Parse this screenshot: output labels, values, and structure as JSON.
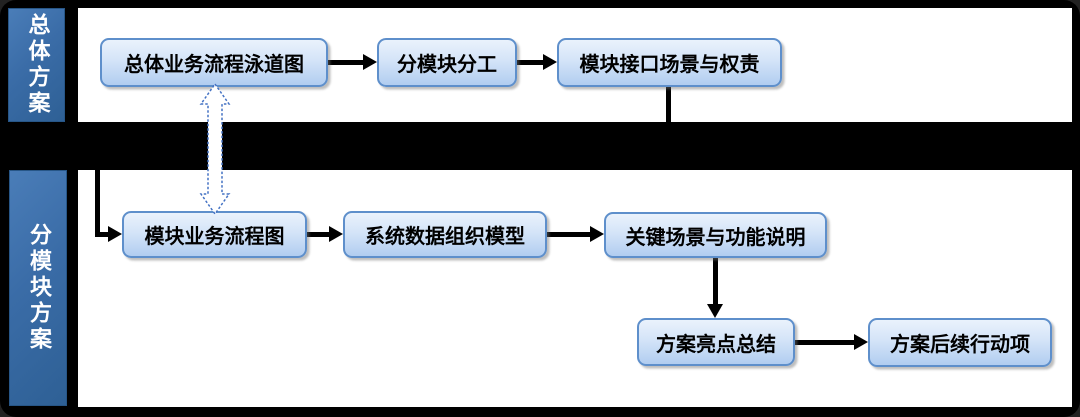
{
  "diagram": {
    "lanes": [
      {
        "label": "总体方案"
      },
      {
        "label": "分模块方案"
      }
    ],
    "nodes": {
      "overall_swimlane": "总体业务流程泳道图",
      "module_division": "分模块分工",
      "module_interface": "模块接口场景与权责",
      "module_flow": "模块业务流程图",
      "data_model": "系统数据组织模型",
      "key_scenarios": "关键场景与功能说明",
      "highlights": "方案亮点总结",
      "followups": "方案后续行动项"
    },
    "edges": [
      {
        "from": "overall_swimlane",
        "to": "module_division",
        "style": "solid-arrow"
      },
      {
        "from": "module_division",
        "to": "module_interface",
        "style": "solid-arrow"
      },
      {
        "from": "module_interface",
        "to": "module_flow",
        "style": "solid-elbow-through-band"
      },
      {
        "from": "overall_swimlane",
        "to": "module_flow",
        "style": "dotted-double-arrow"
      },
      {
        "from": "module_flow",
        "to": "data_model",
        "style": "solid-arrow"
      },
      {
        "from": "data_model",
        "to": "key_scenarios",
        "style": "solid-arrow"
      },
      {
        "from": "key_scenarios",
        "to": "highlights",
        "style": "solid-arrow"
      },
      {
        "from": "highlights",
        "to": "followups",
        "style": "solid-arrow"
      }
    ],
    "colors": {
      "frame": "#000000",
      "content_background": "#ffffff",
      "lane_bar_fill_light": "#4a7db8",
      "lane_bar_fill_dark": "#2e6095",
      "node_fill_top": "#eaf2fc",
      "node_fill_bottom": "#b1cdf0",
      "node_border": "#5e8fcb",
      "connector": "#000000",
      "dotted_arrow_stroke": "#4472c4",
      "dotted_arrow_fill": "#ffffff"
    }
  }
}
